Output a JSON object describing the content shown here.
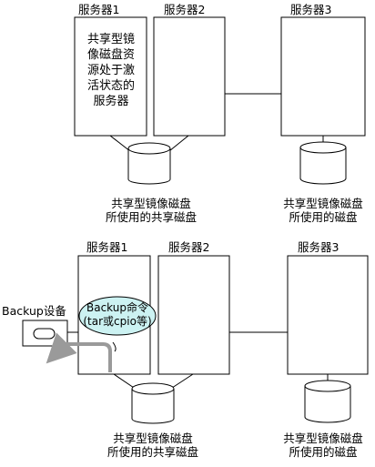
{
  "colors": {
    "line": "#000000",
    "bubble_fill": "#ccf2f2",
    "arrow": "#9a9a9a",
    "background": "#ffffff"
  },
  "top": {
    "server1_label": "服务器1",
    "server2_label": "服务器2",
    "server3_label": "服务器3",
    "server1_text": [
      "共享型镜",
      "像磁盘资",
      "源处于激",
      "活状态的",
      "服务器"
    ],
    "shared_disk_label": [
      "共享型镜像磁盘",
      "所使用的共享磁盘"
    ],
    "local_disk_label": [
      "共享型镜像磁盘",
      "所使用的磁盘"
    ]
  },
  "bottom": {
    "server1_label": "服务器1",
    "server2_label": "服务器2",
    "server3_label": "服务器3",
    "backup_device_label": "Backup设备",
    "backup_command": [
      "Backup命令",
      "(tar或cpio等)"
    ],
    "shared_disk_label": [
      "共享型镜像磁盘",
      "所使用的共享磁盘"
    ],
    "local_disk_label": [
      "共享型镜像磁盘",
      "所使用的磁盘"
    ]
  }
}
